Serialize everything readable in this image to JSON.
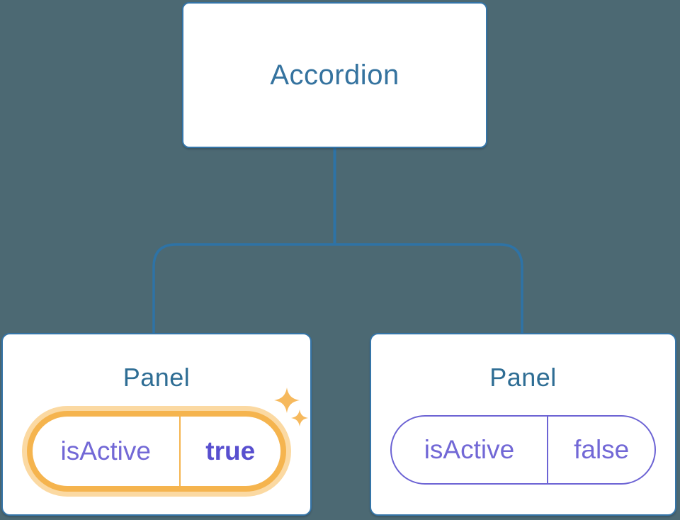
{
  "diagram": {
    "root": {
      "label": "Accordion"
    },
    "panels": [
      {
        "title": "Panel",
        "state_key": "isActive",
        "state_value": "true",
        "highlighted": true,
        "has_sparkles": true
      },
      {
        "title": "Panel",
        "state_key": "isActive",
        "state_value": "false",
        "highlighted": false,
        "has_sparkles": false
      }
    ]
  },
  "icons": {
    "sparkle": "sparkle-icon"
  },
  "colors": {
    "background": "#4C6973",
    "card_bg": "#FFFFFF",
    "line_blue": "#2E73A6",
    "border_blue": "#3575A8",
    "root_label_blue": "#35739F",
    "panel_label_blue": "#2E6D94",
    "state_purple": "#7268D6",
    "state_purple_bold": "#584FCF",
    "pill_purple_border": "#6C63D4",
    "highlight_orange": "#F5B44E",
    "highlight_glow": "#FBD9A2",
    "sparkle_orange": "#F6B95D"
  }
}
